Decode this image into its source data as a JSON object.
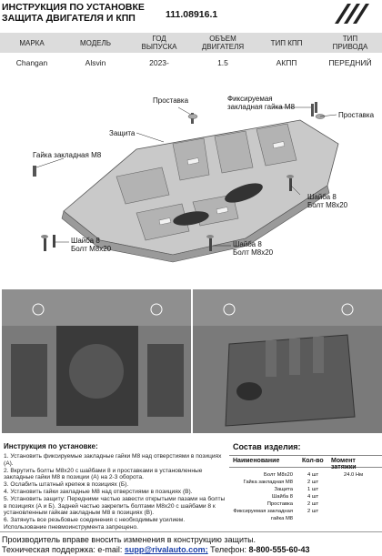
{
  "header": {
    "title_line1": "ИНСТРУКЦИЯ ПО УСТАНОВКЕ",
    "title_line2": "ЗАЩИТА ДВИГАТЕЛЯ И КПП",
    "article": "111.08916.1"
  },
  "spec_table": {
    "columns": [
      "МАРКА",
      "МОДЕЛЬ",
      "ГОД ВЫПУСКА",
      "ОБЪЕМ ДВИГАТЕЛЯ",
      "ТИП КПП",
      "ТИП ПРИВОДА"
    ],
    "values": [
      "Changan",
      "Alsvin",
      "2023-",
      "1.5",
      "АКПП",
      "ПЕРЕДНИЙ"
    ]
  },
  "drawing_labels": {
    "prostavka_left": "Проставка",
    "nut_fixed_1": "Фиксируемая",
    "nut_fixed_2": "закладная гайка М8",
    "prostavka_right": "Проставка",
    "zashita": "Защита",
    "nut_embedded": "Гайка закладная М8",
    "washer_right": "Шайба 8",
    "bolt_right": "Болт М8х20",
    "washer_left": "Шайба 8",
    "bolt_left": "Болт М8х20",
    "washer_mid": "Шайба 8",
    "bolt_mid": "Болт М8х20"
  },
  "instructions": {
    "title": "Инструкция по установке:",
    "steps": [
      "1. Установить фиксируемые закладные гайки М8 над отверстиями в позициях (А).",
      "2. Вкрутить болты М8х20 с шайбами 8 и проставками в установленные закладные гайки М8 в позиции (А) на 2-3 оборота.",
      "3. Ослабить штатный крепеж в позициях (Б).",
      "4. Установить гайки закладные М8 над отверстиями в позициях (В).",
      "5. Установить защиту: Передними частью завести открытыми пазами на болты в позициях (А и Б). Задней частью закрепить болтами М8х20 с шайбами 8 к установленным гайкам закладным М8 в позициях (В).",
      "6. Затянуть все резьбовые соединения с необходимым усилием. Использование пневмоинструмента запрещено."
    ]
  },
  "composition": {
    "title": "Состав изделия:",
    "headers": [
      "Наименование",
      "Кол-во",
      "Момент затяжки"
    ],
    "rows": [
      {
        "name": "Болт М8х20",
        "qty": "4 шт",
        "torque": "24.0 Нм"
      },
      {
        "name": "Гайка закладная М8",
        "qty": "2 шт",
        "torque": ""
      },
      {
        "name": "Защита",
        "qty": "1 шт",
        "torque": ""
      },
      {
        "name": "Шайба 8",
        "qty": "4 шт",
        "torque": ""
      },
      {
        "name": "Проставка",
        "qty": "2 шт",
        "torque": ""
      },
      {
        "name": "Фиксируемая закладная гайка М8",
        "qty": "2 шт",
        "torque": ""
      }
    ]
  },
  "footer": {
    "line1": "Производитель вправе вносить изменения в конструкцию защиты.",
    "support_label": "Техническая поддержка:  e-mail: ",
    "email": "supp@rivalauto.com;",
    "phone_label": " Телефон: ",
    "phone": "8-800-555-60-43"
  }
}
